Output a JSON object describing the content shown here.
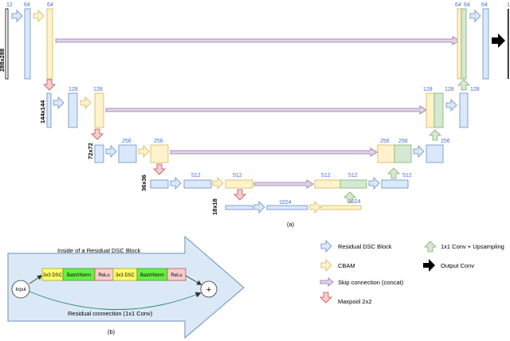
{
  "caption_a": "(a)",
  "caption_b": "(b)",
  "input_size": "288x288",
  "dims": [
    "144x144",
    "72x72",
    "36x36",
    "18x18"
  ],
  "channels": {
    "l1_enc": [
      "12",
      "64",
      "64"
    ],
    "l1_dec": [
      "64",
      "64",
      "64",
      "1"
    ],
    "l2_enc": [
      "128",
      "128"
    ],
    "l2_dec": [
      "128",
      "128",
      "128"
    ],
    "l3_enc": [
      "256",
      "256"
    ],
    "l3_dec": [
      "256",
      "256",
      "256"
    ],
    "l4_enc": [
      "512",
      "512"
    ],
    "l4_dec": [
      "512",
      "512",
      "512"
    ],
    "bottleneck": [
      "1024",
      "1024"
    ]
  },
  "inset": {
    "title": "Inside of a Residual DSC Block",
    "input_label": "Input",
    "plus_label": "+",
    "blocks": [
      "3x3 DSC",
      "BatchNorm",
      "ReLu",
      "3x3 DSC",
      "BatchNorm",
      "ReLu"
    ],
    "residual_label": "Residual connection (1x1 Conv)"
  },
  "legend": {
    "residual": "Residual DSC Block",
    "cbam": "CBAM",
    "skip": "Skip connection (concat)",
    "maxpool": "Maxpool 2x2",
    "upsample": "1x1 Conv + Upsampling",
    "output": "Output Conv"
  },
  "colors": {
    "blue_fill": "#dae8fc",
    "blue_stroke": "#6c8ebf",
    "yellow_fill": "#fff2cc",
    "yellow_stroke": "#d6b656",
    "green_fill": "#d5e8d4",
    "green_stroke": "#82b366",
    "purple_fill": "#e1d5e7",
    "purple_stroke": "#9673a6",
    "red_fill": "#f8cecc",
    "red_stroke": "#b85450",
    "inset_fill": "#dbe9f7",
    "inset_stroke": "#6c8ebf",
    "block_yellow": "#ffff66",
    "block_green": "#66ee44",
    "block_pink": "#f8cecc"
  }
}
